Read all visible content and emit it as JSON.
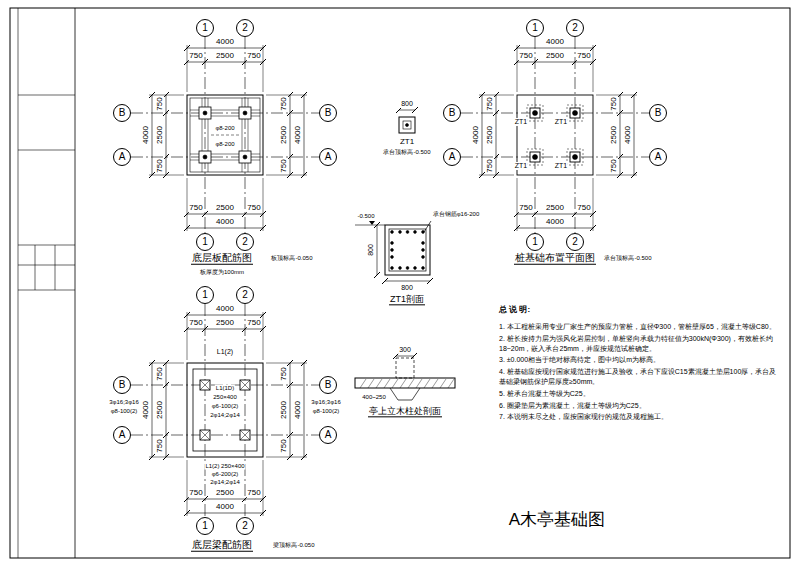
{
  "diagram": {
    "title": "A木亭基础图",
    "nodes": [
      {
        "text": [
          "1"
        ]
      },
      {
        "text": [
          "2"
        ]
      },
      {
        "text": [
          "B"
        ]
      },
      {
        "text": [
          "B"
        ]
      },
      {
        "text": [
          "A"
        ]
      },
      {
        "text": [
          "A"
        ]
      },
      {
        "text": [
          "1"
        ]
      },
      {
        "text": [
          "2"
        ]
      },
      {
        "text": [
          "1"
        ]
      },
      {
        "text": [
          "2"
        ]
      },
      {
        "text": [
          "B"
        ]
      },
      {
        "text": [
          "B"
        ]
      },
      {
        "text": [
          "A"
        ]
      },
      {
        "text": [
          "A"
        ]
      },
      {
        "text": [
          "1"
        ]
      },
      {
        "text": [
          "2"
        ]
      },
      {
        "text": [
          "1"
        ]
      },
      {
        "text": [
          "2"
        ]
      },
      {
        "text": [
          "B"
        ]
      },
      {
        "text": [
          "B"
        ]
      },
      {
        "text": [
          "A"
        ]
      },
      {
        "text": [
          "A"
        ]
      },
      {
        "text": [
          "1"
        ]
      },
      {
        "text": [
          "2"
        ]
      }
    ],
    "labels": [
      "4000",
      "750",
      "2500",
      "750",
      "750",
      "2500",
      "750",
      "4000",
      "4000",
      "750",
      "2500",
      "750",
      "750",
      "2500",
      "750",
      "4000",
      "4000",
      "750",
      "2500",
      "750",
      "750",
      "2500",
      "750",
      "4000",
      "4000",
      "750",
      "2500",
      "750",
      "750",
      "2500",
      "750",
      "4000",
      "4000",
      "750",
      "2500",
      "750",
      "750",
      "2500",
      "750",
      "4000",
      "4000",
      "750",
      "2500",
      "750",
      "750",
      "2500",
      "750",
      "4000",
      "φ8-200",
      "φ8-200",
      "底层板配筋图",
      "板厚度为100mm",
      "板顶标高-0.050",
      "ZT1",
      "ZT1",
      "ZT1",
      "ZT1",
      "桩基础布置平面图",
      "承台顶标高-0.500",
      "800",
      "ZT1",
      "承台顶标高-0.500",
      "ZT1剖面",
      "800",
      "800",
      "承台钢筋φ16-200",
      "-0.500",
      "亭上立木柱处剖面",
      "300",
      "400~250",
      "总 说 明:",
      "1. 本工程桩采用专业厂家生产的预应力管桩，直径Φ300，管桩壁厚65，混凝土等级C80。",
      "2. 桩长按持力层为强风化岩层控制，单桩竖向承载力特征值为300kN(Φ300)，有效桩长约18~20m，嵌入承台25mm，并应按规范试桩确定。",
      "3. ±0.000相当于绝对标高待定，图中均以m为标高。",
      "4. 桩基础应按现行国家规范进行施工及验收，承台下应设C15素混凝土垫层100厚，承台及基础梁钢筋保护层厚度≥50mm。",
      "5. 桩承台混凝土等级为C25。",
      "6. 圈梁垫层为素混凝土，混凝土等级均为C25。",
      "7. 本说明未尽之处，应按国家现行的规范及规程施工。",
      "L1(2)",
      "L1(1D)",
      "250×400",
      "φ6-100(2)",
      "2φ14;2φ14",
      "3φ16;3φ16",
      "φ8-100(2)",
      "3φ16;3φ16",
      "φ8-100(2)",
      "L1(2) 250×400",
      "φ6-200(2)",
      "2φ14;2φ14",
      "底层梁配筋图",
      "梁顶标高-0.050"
    ]
  }
}
